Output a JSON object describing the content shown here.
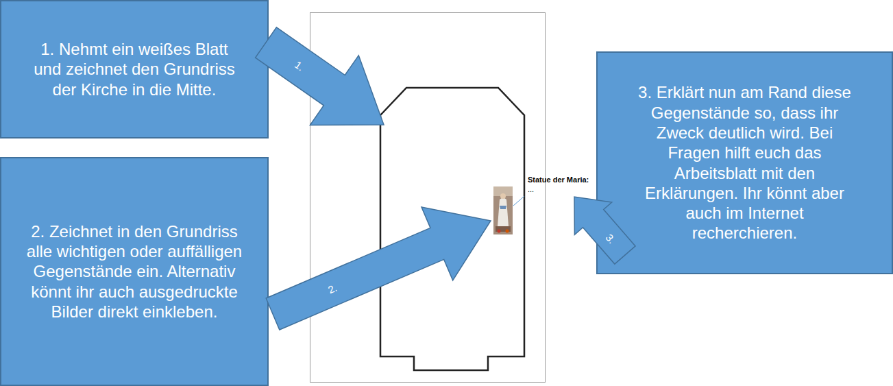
{
  "diagram": {
    "nodes": [
      {
        "text": [
          "1. Nehmt ein weißes Blatt und zeichnet den Grundriss der Kirche in die Mitte."
        ]
      },
      {
        "text": [
          "2. Zeichnet in den Grundriss alle wichtigen oder auffälligen Gegenstände ein. Alternativ könnt ihr auch ausgedruckte Bilder direkt einkleben."
        ]
      },
      {
        "text": [
          "3. Erklärt nun am Rand diese Gegenstände so, dass ihr Zweck deutlich wird. Bei Fragen hilft euch das Arbeitsblatt mit den Erklärungen. Ihr könnt aber auch im Internet recherchieren."
        ]
      }
    ],
    "labels": [
      "1.",
      "2.",
      "3.",
      "Statue der Maria:",
      "..."
    ]
  }
}
